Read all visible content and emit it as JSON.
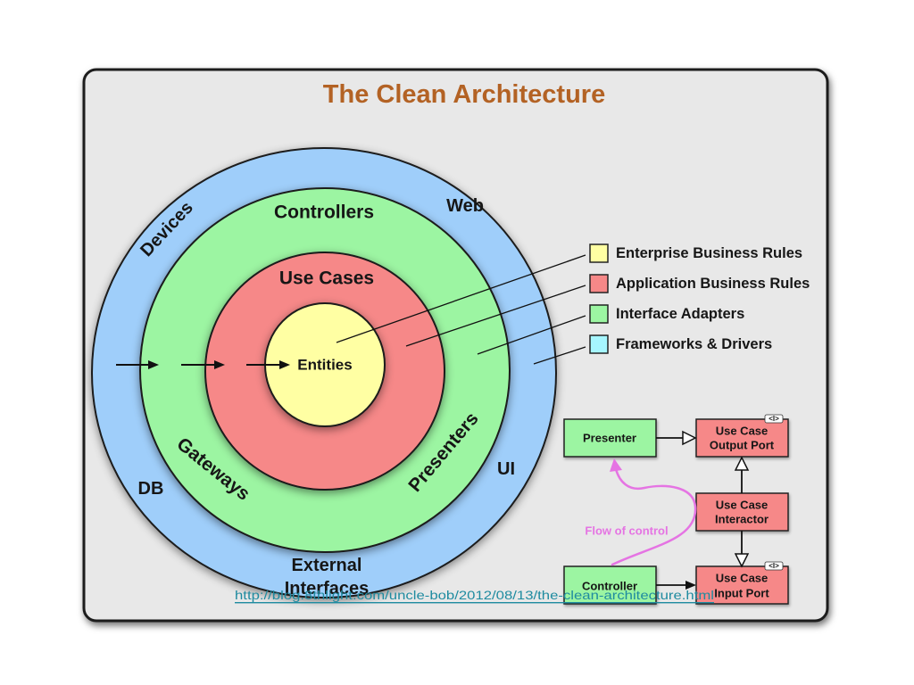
{
  "slide": {
    "title": "The Clean Architecture",
    "link": "http://blog.8thlight.com/uncle-bob/2012/08/13/the-clean-architecture.html"
  },
  "colors": {
    "title": "#b36224",
    "link": "#1f8ba0",
    "flow_of_control": "#e574e3",
    "panel": "#e8e8e8"
  },
  "rings": {
    "frameworks_drivers": {
      "color": "#9fcefa",
      "labels": {
        "devices": "Devices",
        "web": "Web",
        "db": "DB",
        "ui": "UI",
        "external": [
          "External",
          "Interfaces"
        ]
      }
    },
    "interface_adapters": {
      "color": "#9cf5a2",
      "labels": {
        "controllers": "Controllers",
        "gateways": "Gateways",
        "presenters": "Presenters"
      }
    },
    "application_business_rules": {
      "color": "#f68888",
      "labels": {
        "use_cases": "Use Cases"
      }
    },
    "enterprise_business_rules": {
      "color": "#ffffa3",
      "labels": {
        "entities": "Entities"
      }
    }
  },
  "legend": [
    {
      "label": "Enterprise Business Rules",
      "color": "#ffffa3"
    },
    {
      "label": "Application Business Rules",
      "color": "#f68888"
    },
    {
      "label": "Interface Adapters",
      "color": "#9cf5a2"
    },
    {
      "label": "Frameworks & Drivers",
      "color": "#a6f6ff"
    }
  ],
  "flow": {
    "presenter": "Presenter",
    "output_port": [
      "Use Case",
      "Output Port"
    ],
    "interactor": [
      "Use Case",
      "Interactor"
    ],
    "controller": "Controller",
    "input_port": [
      "Use Case",
      "Input Port"
    ],
    "interface_badge": "<I>",
    "label": "Flow of control"
  }
}
